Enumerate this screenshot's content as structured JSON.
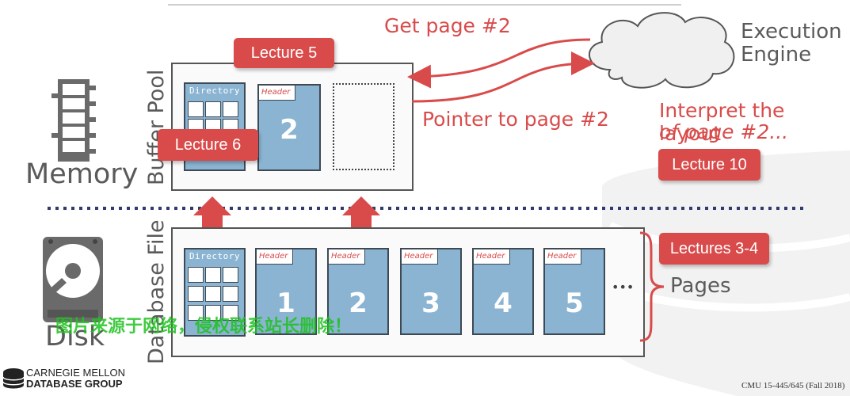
{
  "memory_label": "Memory",
  "disk_label": "Disk",
  "buffer_pool_label": "Buffer Pool",
  "database_file_label": "Database File",
  "execution_engine_label_1": "Execution",
  "execution_engine_label_2": "Engine",
  "get_page_text": "Get page #2",
  "pointer_text": "Pointer to page #2",
  "interpret_line1": "Interpret the layout",
  "interpret_line2": "of page #2...",
  "pages_label": "Pages",
  "ellipsis": "•••",
  "lecture_labels": {
    "l5": "Lecture 5",
    "l6": "Lecture 6",
    "l10": "Lecture 10",
    "l34": "Lectures 3-4"
  },
  "directory_label": "Directory",
  "header_label": "Header",
  "buffer_page_number": "2",
  "disk_pages": [
    "1",
    "2",
    "3",
    "4",
    "5"
  ],
  "watermark": "图片来源于网络，侵权联系站长删除！",
  "logo_line1": "CARNEGIE MELLON",
  "logo_line2": "DATABASE GROUP",
  "course": "CMU 15-445/645 (Fall 2018)",
  "colors": {
    "accent": "#d94b4b",
    "page_fill": "#8ab4d2",
    "dotted_line": "#2f3b6e",
    "watermark": "#1fc21f"
  }
}
